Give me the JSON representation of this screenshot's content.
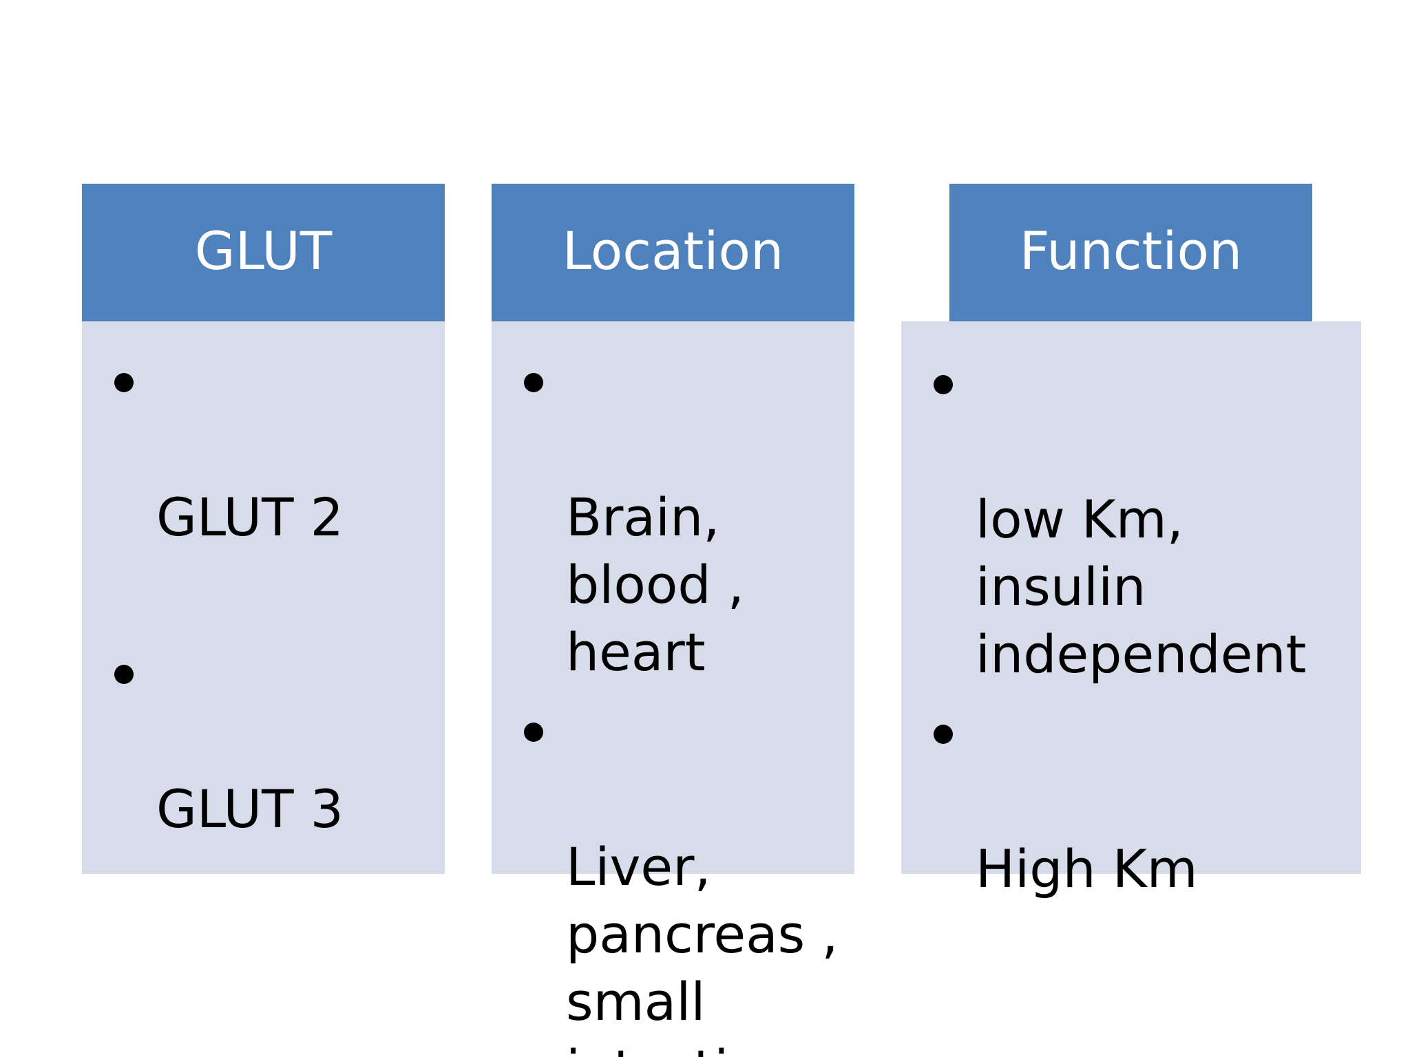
{
  "columns": [
    {
      "header": "GLUT",
      "items": [
        "GLUT 2",
        "GLUT 3"
      ]
    },
    {
      "header": "Location",
      "items": [
        "Brain,\nblood ,\nheart",
        "Liver,\npancreas ,\nsmall\nintestine"
      ]
    },
    {
      "header": "Function",
      "items": [
        "low Km,\ninsulin\nindependent",
        "High Km"
      ]
    }
  ],
  "colors": {
    "header_bg": "#4f81bd",
    "panel_bg": "#d6dce9",
    "header_text": "#ffffff",
    "body_text": "#000000"
  }
}
